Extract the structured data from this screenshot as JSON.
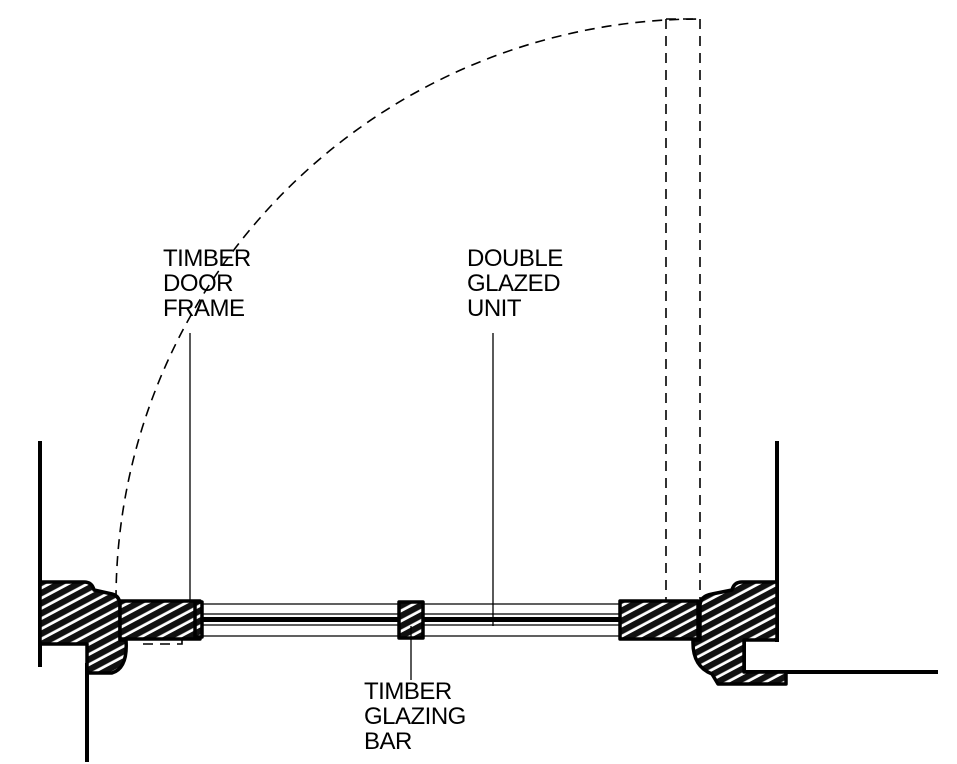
{
  "labels": {
    "door_frame": [
      "TIMBER",
      "DOOR",
      "FRAME"
    ],
    "glazed_unit": [
      "DOUBLE",
      "GLAZED",
      "UNIT"
    ],
    "glazing_bar": [
      "TIMBER",
      "GLAZING",
      "BAR"
    ]
  }
}
